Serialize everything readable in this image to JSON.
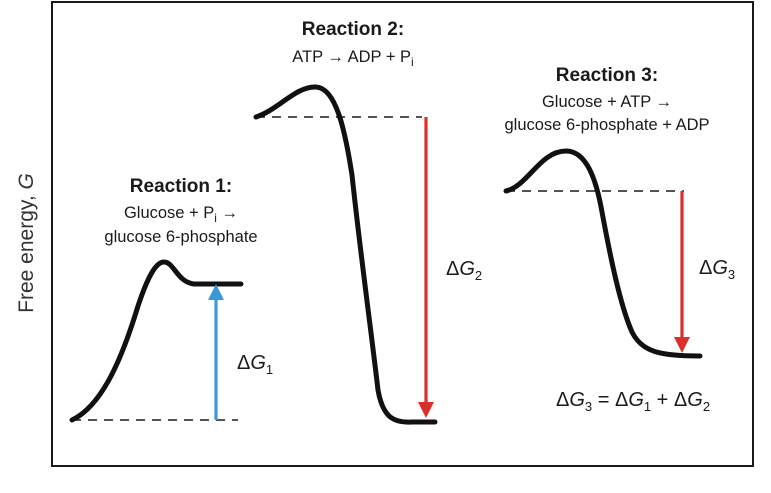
{
  "y_axis_label": {
    "main": "Free energy, ",
    "symbol": "G"
  },
  "reactions": [
    {
      "title": "Reaction 1:",
      "equation_line1_pre": "Glucose + P",
      "equation_line1_sub": "i",
      "equation_line1_post": " →",
      "equation_line2": "glucose 6-phosphate",
      "delta": {
        "prefix": "Δ",
        "symbol": "G",
        "sub": "1"
      }
    },
    {
      "title": "Reaction 2:",
      "equation_line1_pre": "ATP → ADP + P",
      "equation_line1_sub": "i",
      "delta": {
        "prefix": "Δ",
        "symbol": "G",
        "sub": "2"
      }
    },
    {
      "title": "Reaction 3:",
      "equation_line1": "Glucose + ATP →",
      "equation_line2": "glucose 6-phosphate + ADP",
      "delta": {
        "prefix": "Δ",
        "symbol": "G",
        "sub": "3"
      }
    }
  ],
  "sum_equation": {
    "lhs_prefix": "Δ",
    "lhs_symbol": "G",
    "lhs_sub": "3",
    "eq": " = ",
    "t1_prefix": "Δ",
    "t1_symbol": "G",
    "t1_sub": "1",
    "plus": " + ",
    "t2_prefix": "Δ",
    "t2_symbol": "G",
    "t2_sub": "2"
  },
  "colors": {
    "blue_arrow": "#3a9ad9",
    "red_arrow": "#d9302c",
    "curve": "#111111",
    "frame": "#1a1a1a"
  }
}
